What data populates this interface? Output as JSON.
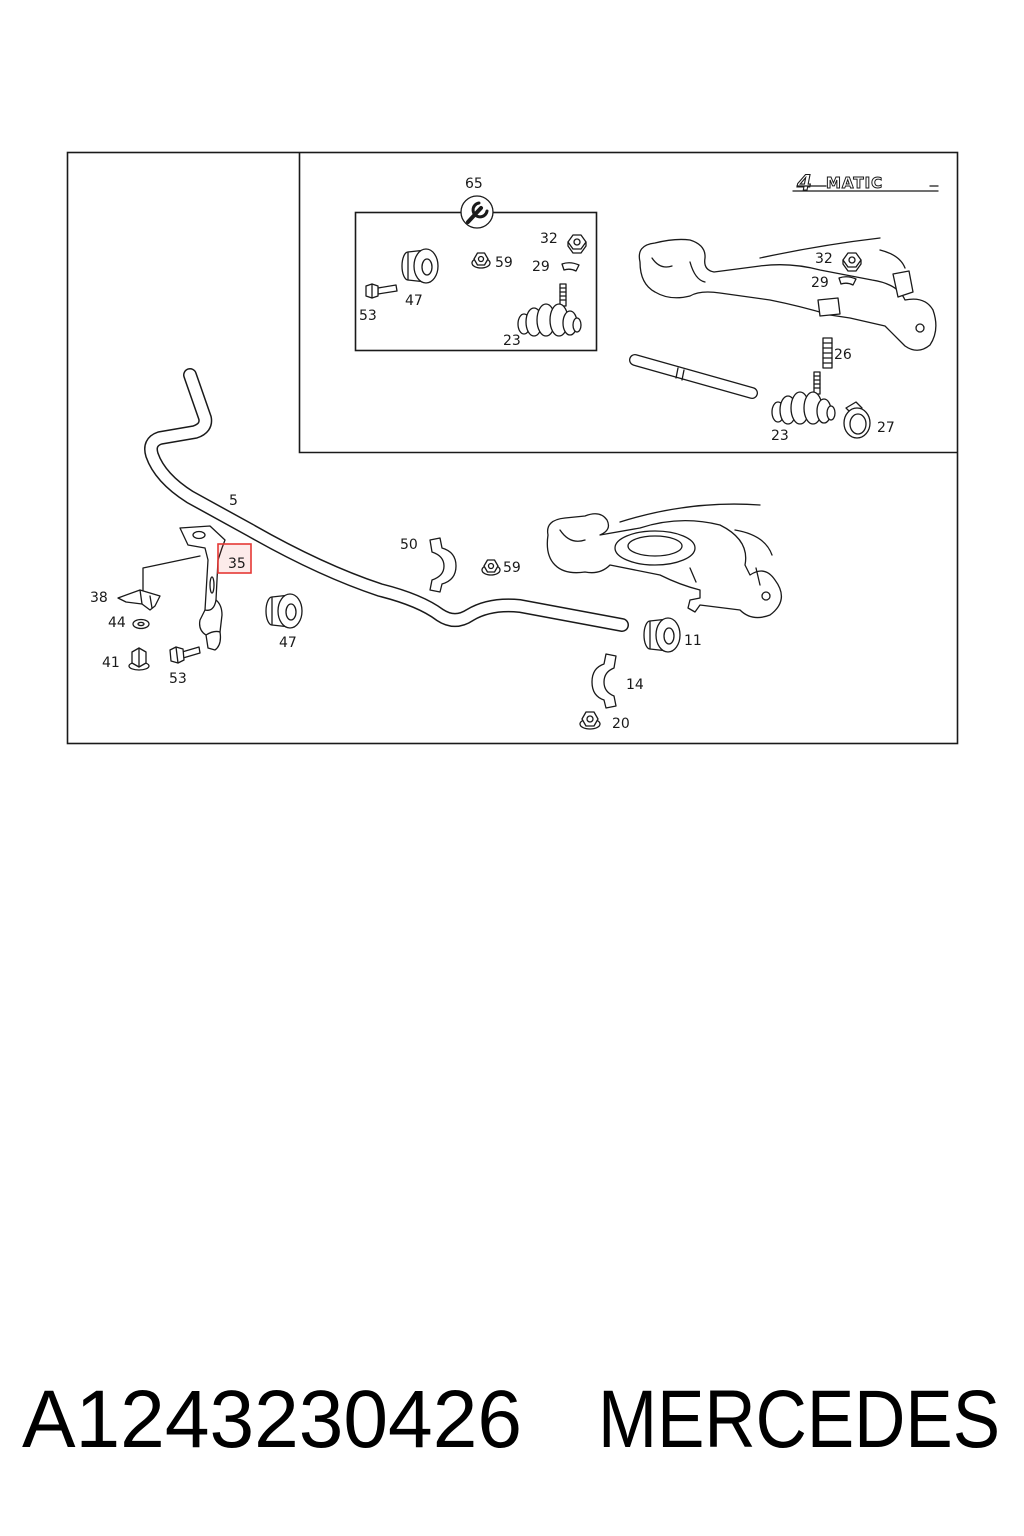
{
  "logo": {
    "number": "4",
    "word": "MATIC"
  },
  "kit": {
    "tool": "65",
    "nut_32": "32",
    "nut_59": "59",
    "clip_29": "29",
    "bushing_47": "47",
    "bolt_53": "53",
    "ball_joint_23": "23"
  },
  "inset": {
    "nut_32": "32",
    "clip_29": "29",
    "stud_26": "26",
    "ball_joint_23": "23",
    "clamp_27": "27"
  },
  "main": {
    "stabilizer_bar_5": "5",
    "clamp_50": "50",
    "nut_59": "59",
    "bracket_35": "35",
    "bracket_38": "38",
    "washer_44": "44",
    "bolt_41": "41",
    "bolt_53": "53",
    "bushing_47": "47",
    "bushing_11": "11",
    "clamp_14": "14",
    "nut_20": "20"
  },
  "colors": {
    "highlight": "#e53935",
    "line": "#1a1a1a"
  },
  "caption": {
    "part_number": "A1243230426",
    "brand": "MERCEDES"
  }
}
